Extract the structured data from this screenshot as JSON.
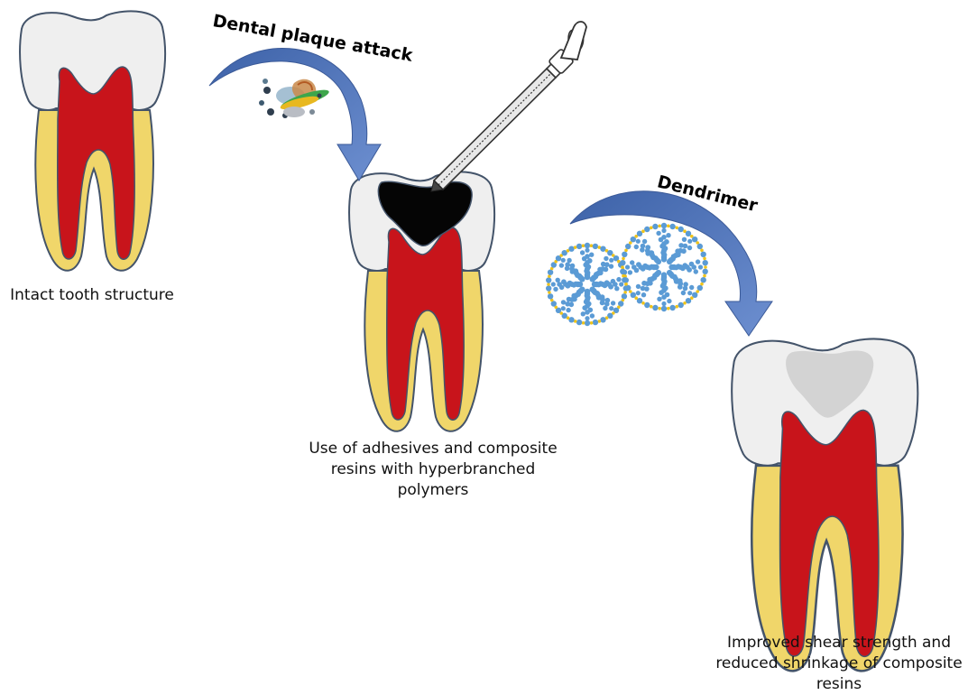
{
  "stages": [
    {
      "caption": "Intact tooth structure"
    },
    {
      "caption": "Use of adhesives and composite\nresins  with hyperbranched\npolymers"
    },
    {
      "caption": "Improved shear strength and\nreduced shrinkage of composite\nresins"
    }
  ],
  "arrows": [
    {
      "label": "Dental plaque attack"
    },
    {
      "label": "Dendrimer"
    }
  ],
  "colors": {
    "enamel": "#efefef",
    "enamel_stroke": "#44546a",
    "dentin": "#f0d66a",
    "pulp": "#c8141b",
    "cavity": "#050505",
    "filling": "#d3d3d3",
    "arrow": "#4f73bb",
    "dendrimer": "#5b9bd5",
    "dendrimer_tips": "#f0c419"
  },
  "icons": [
    "tooth-icon",
    "bacteria-cluster-icon",
    "dental-syringe-icon",
    "dendrimer-molecule-icon",
    "curved-arrow-icon"
  ]
}
